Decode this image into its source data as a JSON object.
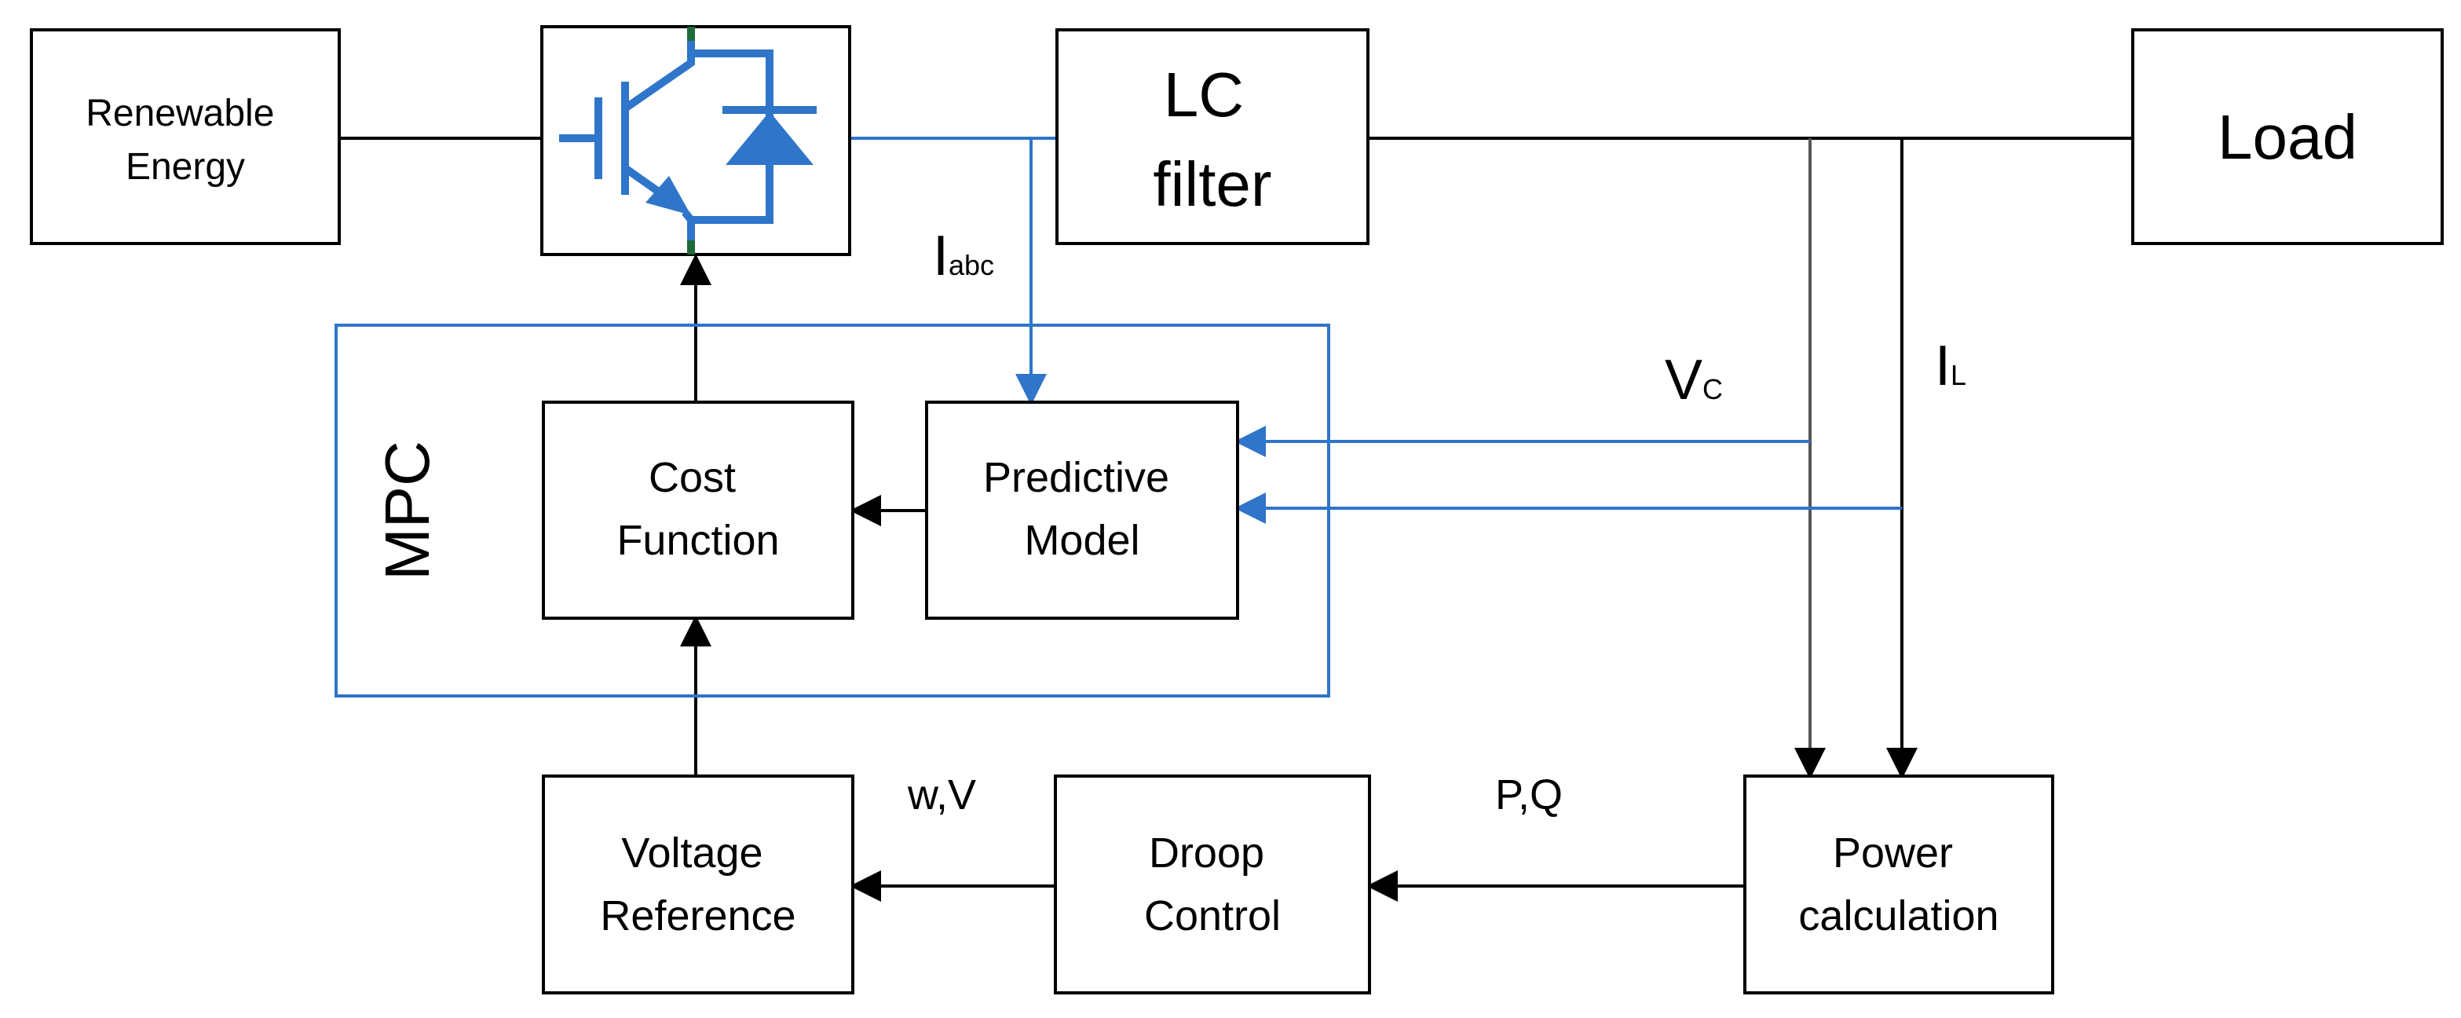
{
  "blocks": {
    "renewable": [
      "Renewable",
      "Energy"
    ],
    "lc_filter": [
      "LC",
      "filter"
    ],
    "load": "Load",
    "cost_function": [
      "Cost",
      "Function"
    ],
    "predictive_model": [
      "Predictive",
      "Model"
    ],
    "voltage_reference": [
      "Voltage",
      "Reference"
    ],
    "droop_control": [
      "Droop",
      "Control"
    ],
    "power_calculation": [
      "Power",
      "calculation"
    ]
  },
  "mpc_label": "MPC",
  "signals": {
    "iabc": {
      "main": "I",
      "sub": "abc"
    },
    "vc": {
      "main": "V",
      "sub": "C"
    },
    "il": {
      "main": "I",
      "sub": "L"
    },
    "wv": "w,V",
    "pq": "P,Q"
  },
  "colors": {
    "signal_blue": "#2f75c9",
    "line_black": "#000000",
    "line_gray": "#555555",
    "igbt_green": "#1f6b3a"
  },
  "icons": {
    "inverter": "igbt-diode-switch-icon"
  }
}
